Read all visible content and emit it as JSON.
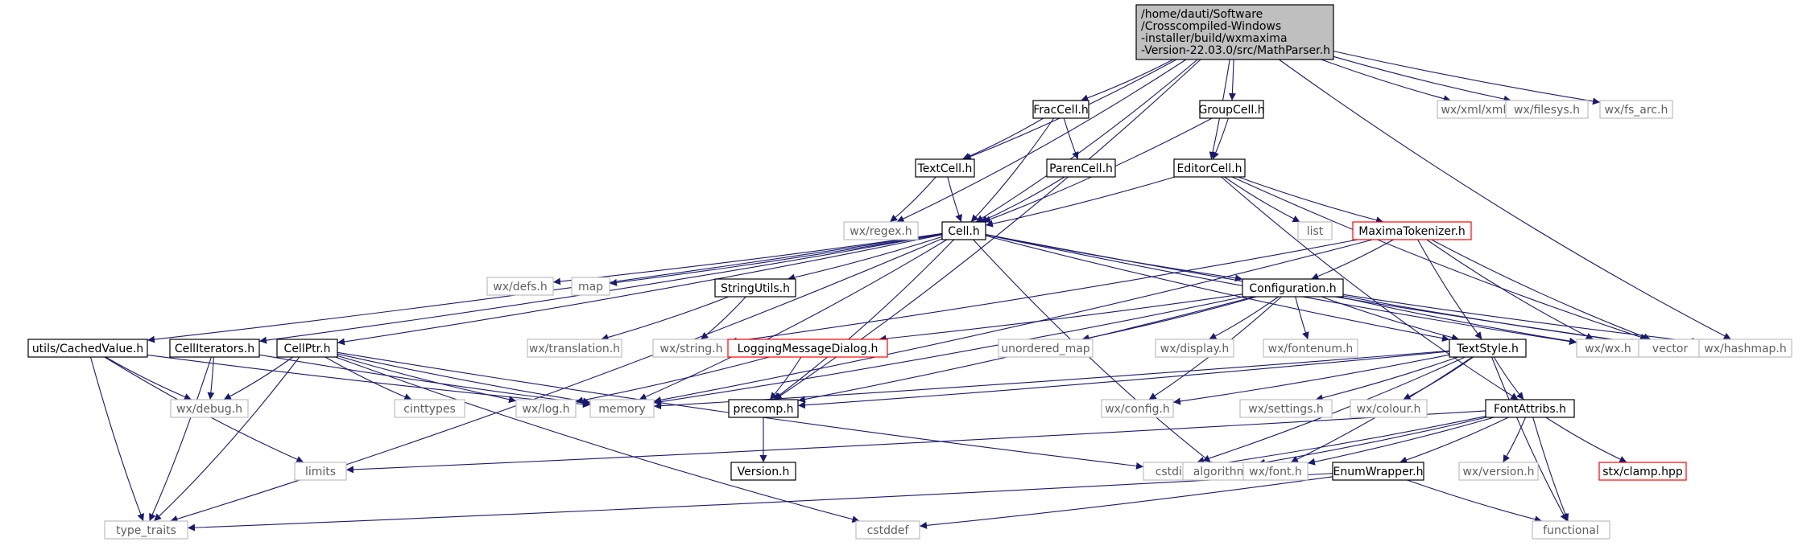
{
  "diagram": {
    "root_lines": [
      "/home/dauti/Software",
      "/Crosscompiled-Windows",
      "-installer/build/wxmaxima",
      "-Version-22.03.0/src/MathParser.h"
    ],
    "nodes": {
      "fraccell": "FracCell.h",
      "groupcell": "GroupCell.h",
      "wxxml": "wx/xml/xml.h",
      "wxfilesys": "wx/filesys.h",
      "wxfsarc": "wx/fs_arc.h",
      "textcell": "TextCell.h",
      "parencell": "ParenCell.h",
      "editorcell": "EditorCell.h",
      "wxregex": "wx/regex.h",
      "cell": "Cell.h",
      "list": "list",
      "maximatokenizer": "MaximaTokenizer.h",
      "wxdefs": "wx/defs.h",
      "map": "map",
      "stringutils": "StringUtils.h",
      "configuration": "Configuration.h",
      "utilscached": "utils/CachedValue.h",
      "celliterators": "CellIterators.h",
      "cellptr": "CellPtr.h",
      "wxtranslation": "wx/translation.h",
      "wxstring": "wx/string.h",
      "loggingdialog": "LoggingMessageDialog.h",
      "unorderedmap": "unordered_map",
      "wxdisplay": "wx/display.h",
      "wxfontenum": "wx/fontenum.h",
      "textstyle": "TextStyle.h",
      "wxwx": "wx/wx.h",
      "vector": "vector",
      "wxhashmap": "wx/hashmap.h",
      "wxdebug": "wx/debug.h",
      "cinttypes": "cinttypes",
      "wxlog": "wx/log.h",
      "memory": "memory",
      "precomp": "precomp.h",
      "wxconfig": "wx/config.h",
      "wxsettings": "wx/settings.h",
      "wxcolour": "wx/colour.h",
      "fontattribs": "FontAttribs.h",
      "version": "Version.h",
      "limits": "limits",
      "cstdint": "cstdint",
      "algorithm": "algorithm",
      "wxfont": "wx/font.h",
      "enumwrapper": "EnumWrapper.h",
      "wxversion": "wx/version.h",
      "stxclamp": "stx/clamp.hpp",
      "typetraits": "type_traits",
      "cstddef": "cstddef",
      "functional": "functional"
    }
  },
  "colors": {
    "edge": "#191970",
    "root_fill": "#bfbfbf",
    "documented_border": "#000000",
    "undocumented_border": "#bfbfbf",
    "incomplete_border": "#ff0000",
    "label_gray": "#606060"
  }
}
